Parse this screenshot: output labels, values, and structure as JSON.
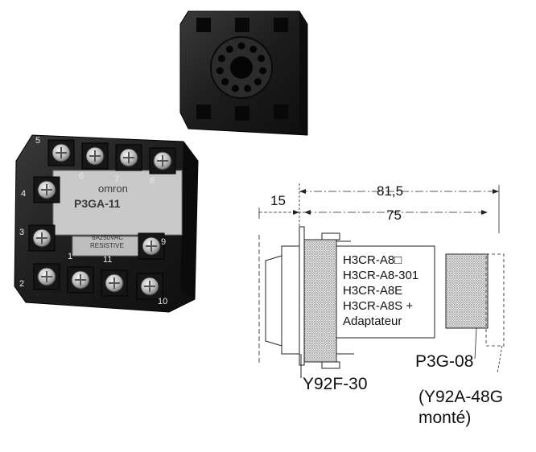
{
  "photo_relay_socket": {
    "terminals": [
      "5",
      "6",
      "7",
      "8",
      "4",
      "3",
      "9",
      "1",
      "11",
      "2",
      "10"
    ],
    "brand": "omron",
    "model": "P3GA-11",
    "rating_line1": "6A250VAC",
    "rating_line2": "RESISTIVE"
  },
  "drawing": {
    "dim_overall": "81,5",
    "dim_body": "75",
    "dim_front": "15",
    "models": [
      "H3CR-A8□",
      "H3CR-A8-301",
      "H3CR-A8E",
      "H3CR-A8S +",
      "Adaptateur"
    ],
    "socket_label": "P3G-08",
    "bracket_label": "Y92F-30",
    "note_line1": "(Y92A-48G",
    "note_line2": "monté)"
  }
}
